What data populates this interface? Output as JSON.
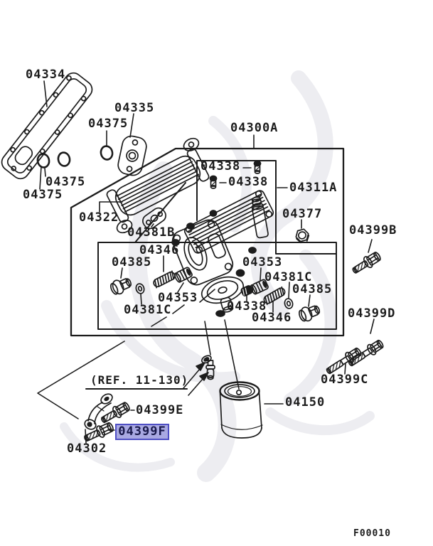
{
  "figure_code": "F00010",
  "ref_note": "(REF. 11-130)",
  "selected_part": "04399F",
  "highlight": {
    "fill": "#a9a9e2",
    "border": "#4f4fc4",
    "text_color": "#18184a"
  },
  "line_color": "#1c1c1c",
  "part_labels": [
    {
      "text": "04334"
    },
    {
      "text": "04335"
    },
    {
      "text": "04375"
    },
    {
      "text": "04375"
    },
    {
      "text": "04375"
    },
    {
      "text": "04300A"
    },
    {
      "text": "04338"
    },
    {
      "text": "04338"
    },
    {
      "text": "04311A"
    },
    {
      "text": "04377"
    },
    {
      "text": "04322"
    },
    {
      "text": "04381B"
    },
    {
      "text": "04346"
    },
    {
      "text": "04385"
    },
    {
      "text": "04353"
    },
    {
      "text": "04381C"
    },
    {
      "text": "04353"
    },
    {
      "text": "04381C"
    },
    {
      "text": "04385"
    },
    {
      "text": "04338"
    },
    {
      "text": "04346"
    },
    {
      "text": "04399B"
    },
    {
      "text": "04399D"
    },
    {
      "text": "04399C"
    },
    {
      "text": "04399E"
    },
    {
      "text": "04399F"
    },
    {
      "text": "04302"
    },
    {
      "text": "04150"
    }
  ]
}
